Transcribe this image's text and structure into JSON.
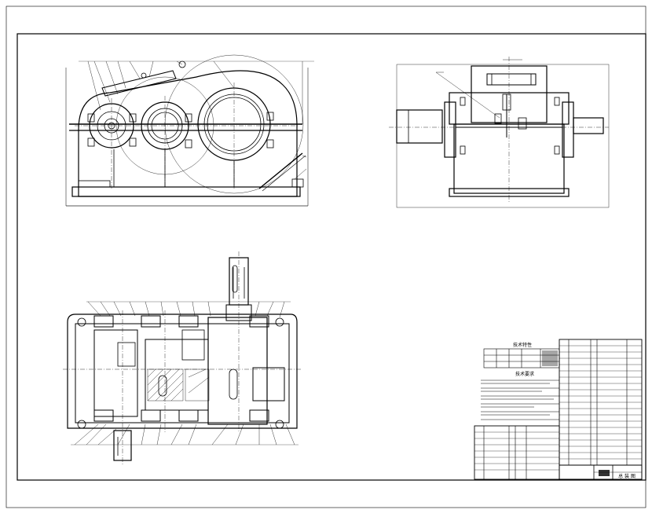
{
  "drawing": {
    "type": "engineering assembly drawing (multi-stage gear reducer)",
    "views": [
      "front-elevation",
      "side-elevation",
      "top-section"
    ]
  },
  "tables": {
    "tech_spec_title": "技术特性",
    "tech_req_title": "技术要求"
  },
  "title_block": {
    "sheet_label": "总 装 图"
  }
}
